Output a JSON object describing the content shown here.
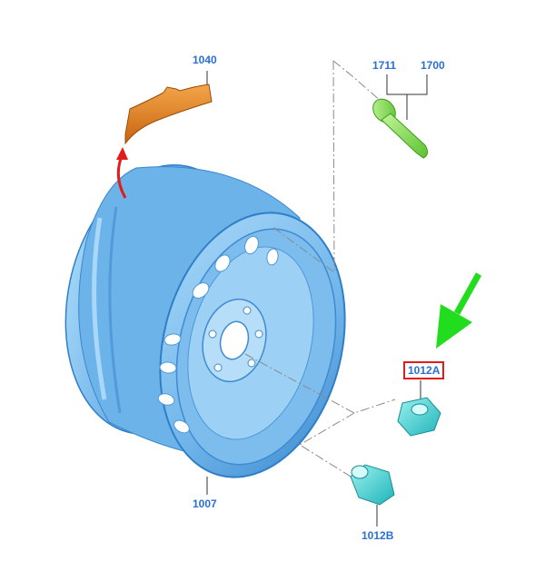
{
  "colors": {
    "label_blue": "#2a6fd6",
    "wheel_light": "#8cc8f2",
    "wheel_mid": "#5ba7e6",
    "wheel_dark": "#2f7fc8",
    "weight_orange": "#e2801f",
    "valve_green": "#8fe05a",
    "nut_cyan": "#3fd6d6",
    "arrow_red": "#e21b1b",
    "arrow_green": "#22dd1e",
    "highlight_box": "#e21b1b",
    "leader_gray": "#8a8a8a"
  },
  "parts": {
    "wheel_weight": {
      "number": "1040",
      "icon": "wheel-balance-weight-icon"
    },
    "valve_1711": {
      "number": "1711",
      "icon": "tire-valve-icon"
    },
    "valve_1700": {
      "number": "1700"
    },
    "wheel": {
      "number": "1007",
      "icon": "steel-wheel-icon"
    },
    "wheel_nut": {
      "number": "1012A",
      "icon": "wheel-nut-icon",
      "highlighted": true
    },
    "locking_nut": {
      "number": "1012B",
      "icon": "locking-wheel-nut-icon"
    }
  }
}
